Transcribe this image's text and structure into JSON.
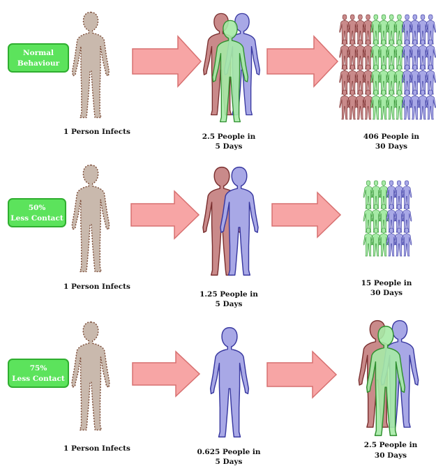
{
  "colors": {
    "base_fill": "#c9b9ad",
    "base_stroke": "#7a4a35",
    "red_fill": "#c98a8a",
    "red_stroke": "#7a2f2f",
    "blue_fill": "#a8a8e6",
    "blue_stroke": "#3838a0",
    "green_fill": "#a6eaa6",
    "green_stroke": "#2f8f2f",
    "arrow_fill": "#f7a5a5",
    "arrow_stroke": "#d77070",
    "badge_fill": "#5ce35c",
    "badge_stroke": "#2fae2f"
  },
  "rows": [
    {
      "scenario_label": [
        "Normal",
        "Behaviour"
      ],
      "source_caption": [
        "1 Person Infects"
      ],
      "mid_caption": [
        "2.5 People in",
        "5 Days"
      ],
      "end_caption": [
        "406 People in",
        "30 Days"
      ]
    },
    {
      "scenario_label": [
        "50%",
        "Less Contact"
      ],
      "source_caption": [
        "1 Person Infects"
      ],
      "mid_caption": [
        "1.25 People in",
        "5 Days"
      ],
      "end_caption": [
        "15 People in",
        "30 Days"
      ]
    },
    {
      "scenario_label": [
        "75%",
        "Less Contact"
      ],
      "source_caption": [
        "1 Person Infects"
      ],
      "mid_caption": [
        "0.625 People in",
        "5 Days"
      ],
      "end_caption": [
        "2.5 People in",
        "30 Days"
      ]
    }
  ]
}
